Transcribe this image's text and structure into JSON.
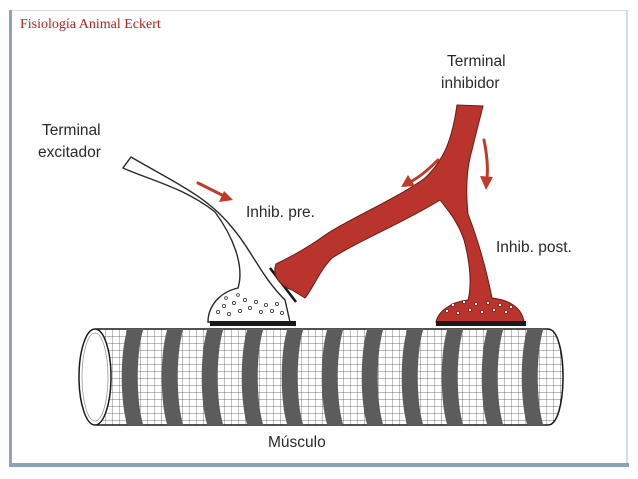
{
  "slide": {
    "title": "Fisiología Animal Eckert"
  },
  "diagram": {
    "labels": {
      "terminal_excitador_1": "Terminal",
      "terminal_excitador_2": "excitador",
      "terminal_inhibidor_1": "Terminal",
      "terminal_inhibidor_2": "inhibidor",
      "inhib_pre": "Inhib. pre.",
      "inhib_post": "Inhib. post.",
      "musculo": "Músculo"
    },
    "colors": {
      "title": "#b5201c",
      "inhibitory_neuron": "#b8342c",
      "arrow": "#c0392b",
      "frame": "#8fa3b8"
    }
  }
}
